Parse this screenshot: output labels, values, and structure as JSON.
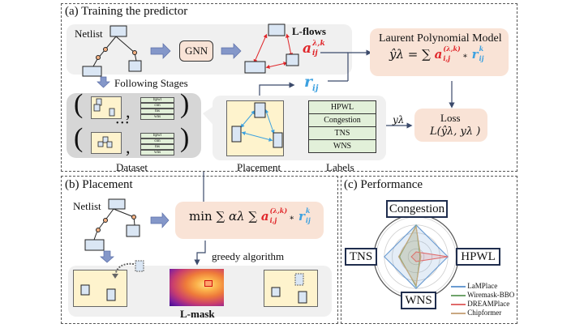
{
  "panels": {
    "a": {
      "title": "(a) Training the predictor"
    },
    "b": {
      "title": "(b) Placement"
    },
    "c": {
      "title": "(c) Performance"
    }
  },
  "training": {
    "netlist_label": "Netlist",
    "gnn_label": "GNN",
    "lflows_label": "L-flows",
    "a_symbol": "a",
    "a_superscript": "λ,k",
    "a_subscript": "ij",
    "following_stages": "Following Stages",
    "dataset_label": "Dataset",
    "dataset_rows": [
      {
        "labels": [
          "hpwl",
          "con",
          "tns",
          "wns"
        ]
      },
      {
        "labels": [
          "hpwl",
          "con",
          "tns",
          "wns"
        ]
      }
    ],
    "dataset_ellipsis": "• • •",
    "paren_open": "(",
    "paren_close": ")",
    "comma": ",",
    "r_symbol": "r",
    "r_subscript": "ij",
    "placement_label": "Placement",
    "labels_label": "Labels",
    "labels_rows": [
      "HPWL",
      "Congestion",
      "TNS",
      "WNS"
    ],
    "y_lambda": "yλ",
    "model_title": "Laurent Polynomial Model",
    "model_lhs": "ŷλ = ∑",
    "model_a": "a",
    "model_a_sup": "(λ,k)",
    "model_a_sub": "i,j",
    "model_times": "∗",
    "model_r": "r",
    "model_r_sup": "k",
    "model_r_sub": "ij",
    "loss_title": "Loss",
    "loss_formula": "L(ŷλ, yλ )"
  },
  "placement": {
    "netlist_label": "Netlist",
    "objective_prefix": "min ∑",
    "objective_alpha": "αλ",
    "objective_sum": "∑",
    "objective_a": "a",
    "objective_a_sup": "(λ,k)",
    "objective_a_sub": "i,j",
    "objective_times": "∗",
    "objective_r": "r",
    "objective_r_sup": "k",
    "objective_r_sub": "ij",
    "greedy_label": "greedy algorithm",
    "lmask_label": "L-mask"
  },
  "colors": {
    "red": "#e0262a",
    "blue": "#3da1e0",
    "peach": "#f9e3d6",
    "arrow_fill": "#8497c9",
    "node_fill": "#dae6f4",
    "board_fill": "#fef3cd",
    "label_fill": "#e2f0d9"
  },
  "chart_data": {
    "type": "radar",
    "title": "(c) Performance",
    "axes": [
      "Congestion",
      "HPWL",
      "WNS",
      "TNS"
    ],
    "range": [
      0,
      1
    ],
    "rings": 5,
    "legend_position": "bottom-right",
    "series": [
      {
        "name": "LaMPlace",
        "color": "#6a9bd1",
        "values": [
          0.8,
          0.8,
          0.8,
          0.8
        ]
      },
      {
        "name": "Wiremask-BBO",
        "color": "#6fa36a",
        "values": [
          0.78,
          0.1,
          0.75,
          0.42
        ]
      },
      {
        "name": "DREAMPlace",
        "color": "#e06a6a",
        "values": [
          0.12,
          0.8,
          0.12,
          0.12
        ]
      },
      {
        "name": "Chipformer",
        "color": "#c9a882",
        "values": [
          0.76,
          0.12,
          0.72,
          0.44
        ]
      }
    ]
  }
}
